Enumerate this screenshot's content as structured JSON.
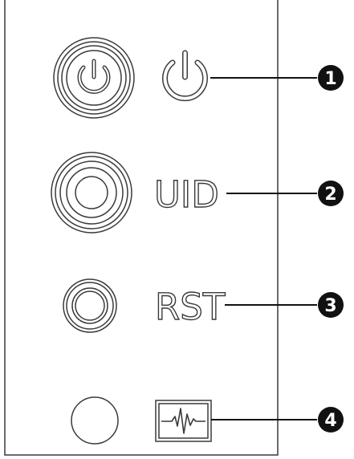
{
  "panel": {
    "rows": [
      {
        "id": "power",
        "button": "power-button",
        "icon": "power-icon",
        "label": "",
        "callout": "1"
      },
      {
        "id": "uid",
        "button": "uid-button",
        "icon": "",
        "label": "UID",
        "callout": "2"
      },
      {
        "id": "rst",
        "button": "reset-button",
        "icon": "",
        "label": "RST",
        "callout": "3"
      },
      {
        "id": "health",
        "button": "health-led",
        "icon": "health-waveform-icon",
        "label": "",
        "callout": "4"
      }
    ]
  },
  "colors": {
    "stroke": "#3a3a3a",
    "callout_fill": "#111111",
    "background": "#ffffff"
  }
}
